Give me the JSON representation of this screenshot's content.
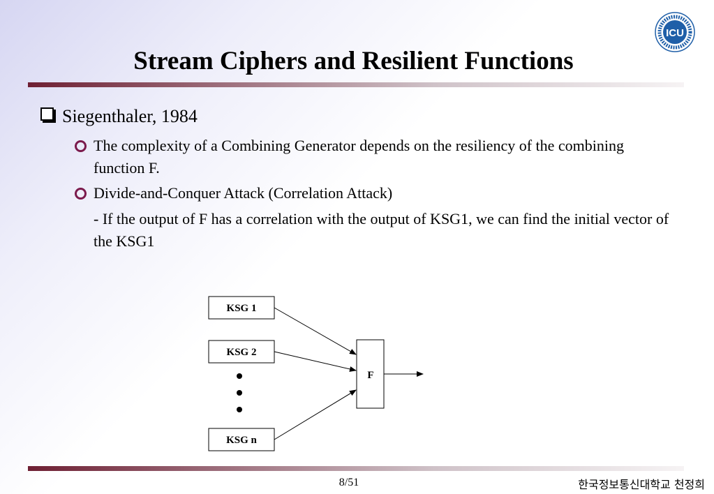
{
  "slide": {
    "title": "Stream Ciphers and Resilient Functions",
    "logo_icon": "icu-university-seal",
    "logo_text": "ICU"
  },
  "content": {
    "bullet": "Siegenthaler, 1984",
    "sub_items": [
      "The complexity of a Combining Generator depends on the resiliency of the combining function F.",
      "Divide-and-Conquer Attack (Correlation Attack)"
    ],
    "detail": "- If the output of F has a correlation with the output of KSG1, we can find the initial vector of the KSG1"
  },
  "diagram": {
    "inputs": [
      "KSG 1",
      "KSG 2",
      "KSG n"
    ],
    "function": "F"
  },
  "footer": {
    "page": "8/51",
    "author": "한국정보통신대학교 천정희"
  },
  "colors": {
    "accent": "#6e1f33",
    "sub_bullet": "#7b1a4c",
    "logo_blue": "#1f5fa8"
  }
}
